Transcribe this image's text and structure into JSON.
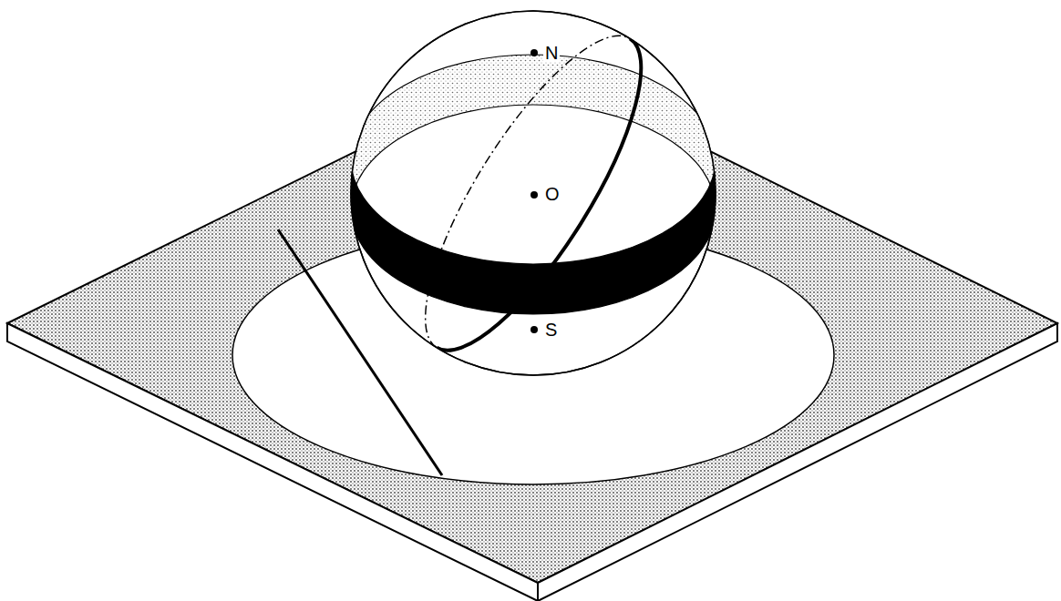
{
  "diagram": {
    "labels": [
      "N",
      "O",
      "S"
    ]
  }
}
